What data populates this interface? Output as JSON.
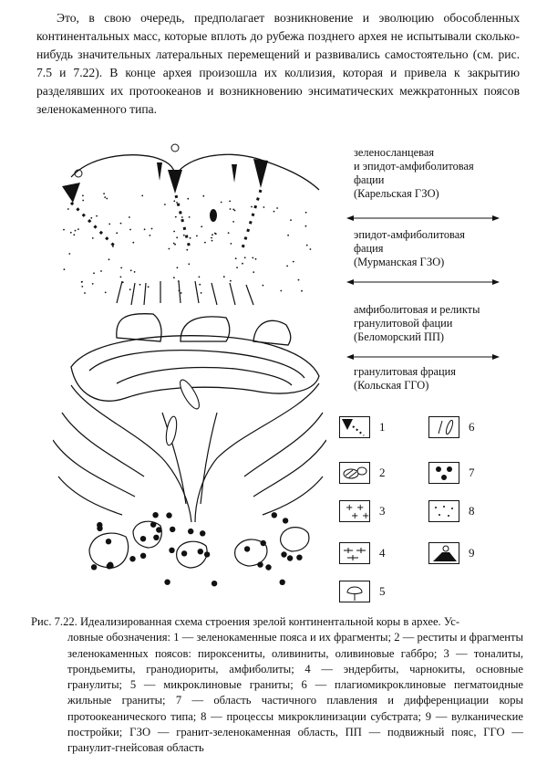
{
  "paragraph": "Это, в свою очередь, предполагает возникновение и эволюцию обособленных континентальных масс, которые вплоть до рубежа позднего архея не испытывали сколько-нибудь значительных латеральных перемещений и развивались самостоятельно (см. рис. 7.5 и 7.22). В конце архея произошла их коллизия, которая и привела к закрытию разделявших их протоокеанов и возникновению энсиматических межкратонных поясов зеленокаменного типа.",
  "zone_labels": [
    {
      "lines": [
        "зеленосланцевая",
        "и эпидот-амфиболитовая",
        "фации",
        "(Карельская ГЗО)"
      ]
    },
    {
      "lines": [
        "эпидот-амфиболитовая",
        "фация",
        "(Мурманская ГЗО)"
      ]
    },
    {
      "lines": [
        "амфиболитовая и реликты",
        "гранулитовой фации",
        "(Беломорский ПП)"
      ]
    },
    {
      "lines": [
        "гранулитовая фрация",
        "(Кольская ГГО)"
      ]
    }
  ],
  "legend": [
    {
      "num": "1",
      "icon": "greenstone-belt-icon"
    },
    {
      "num": "2",
      "icon": "restite-icon"
    },
    {
      "num": "3",
      "icon": "tonalite-icon"
    },
    {
      "num": "4",
      "icon": "enderbite-icon"
    },
    {
      "num": "5",
      "icon": "microcline-granite-icon"
    },
    {
      "num": "6",
      "icon": "pegmatoid-vein-icon"
    },
    {
      "num": "7",
      "icon": "partial-melting-icon"
    },
    {
      "num": "8",
      "icon": "microclinization-icon"
    },
    {
      "num": "9",
      "icon": "volcanic-edifice-icon"
    }
  ],
  "caption": {
    "head": "Рис. 7.22. Идеализированная схема строения зрелой континентальной коры в архее. Ус-",
    "rest": "ловные обозначения: 1 — зеленокаменные пояса и их фрагменты; 2 — реститы и фрагменты зеленокаменных поясов: пироксениты, оливиниты, оливиновые габбро; 3 — тоналиты, трондьемиты, гранодиориты, амфиболиты; 4 — эндербиты, чарнокиты, основные гранулиты; 5 — микроклиновые граниты; 6 — плагиомикроклиновые пегматоидные жильные граниты; 7 — область частичного плавления и дифференциации коры протоокеанического типа; 8 — процессы микроклинизации субстрата; 9 — вулканические постройки; ГЗО — гранит-зеленокаменная область, ПП — подвижный пояс, ГГО — гранулит-гнейсовая область"
  }
}
